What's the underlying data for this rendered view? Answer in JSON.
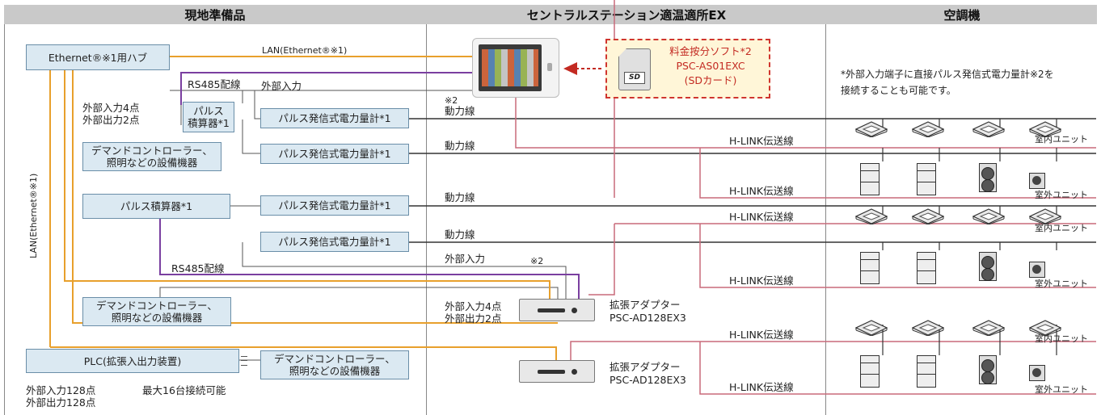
{
  "headers": {
    "left": "現地準備品",
    "middle": "セントラルステーション適温適所EX",
    "right": "空調機"
  },
  "left": {
    "hub": "Ethernet®※1用ハブ",
    "lan_label": "LAN(Ethernet®※1)",
    "lan_vertical": "LAN(Ethernet®※1)",
    "rs485_top": "RS485配線",
    "ext_input_top": "外部入力",
    "pulse_counter_small": "パルス\n積算器*1",
    "ext_io_top": "外部入力4点\n外部出力2点",
    "demand_top": "デマンドコントローラー、\n照明などの設備機器",
    "meter": "パルス発信式電力量計*1",
    "pulse_counter": "パルス積算器*1",
    "rs485_bottom": "RS485配線",
    "demand_mid": "デマンドコントローラー、\n照明などの設備機器",
    "plc": "PLC(拡張入出力装置)",
    "demand_plc": "デマンドコントローラー、\n照明などの設備機器",
    "plc_io": "外部入力128点\n外部出力128点",
    "max16": "最大16台接続可能"
  },
  "middle": {
    "sd_title": "料金按分ソフト*2",
    "sd_model": "PSC-AS01EXC",
    "sd_card": "(SDカード)",
    "sd_icon": "SD",
    "note2a": "※2",
    "note2b": "※2",
    "power_line": "動力線",
    "ext_input_bottom": "外部入力",
    "ext_io_adapter": "外部入力4点\n外部出力2点",
    "adapter_name": "拡張アダプター",
    "adapter_model": "PSC-AD128EX3",
    "hlink": "H-LINK伝送線"
  },
  "right": {
    "note": "*外部入力端子に直接パルス発信式電力量計※2を\n接続することも可能です。",
    "indoor": "室内ユニット",
    "outdoor": "室外ユニット"
  },
  "colors": {
    "lan": "#e8a02c",
    "rs485": "#7a3fa0",
    "hlink": "#c96a7a",
    "thin": "#555555",
    "header": "#c9c9c9",
    "box": "#dbe9f2"
  }
}
